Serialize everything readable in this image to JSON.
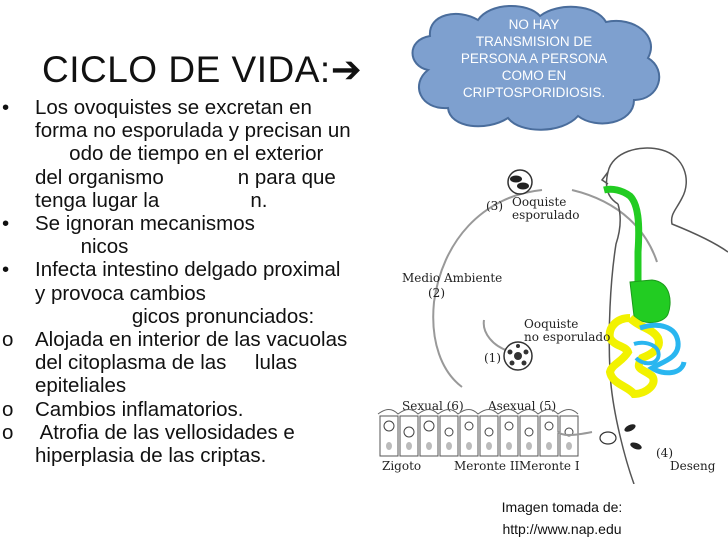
{
  "slide": {
    "title": "CICLO DE VIDA:",
    "title_arrow": "➔",
    "bullets": [
      {
        "marker": "•",
        "lines": [
          "Los ovoquistes se excretan en",
          "forma no esporulada y precisan un",
          "      odo de tiempo en el exterior",
          "del organismo             n para que",
          "tenga lugar la                n."
        ]
      },
      {
        "marker": "•",
        "lines": [
          "Se ignoran mecanismos",
          "        nicos"
        ]
      },
      {
        "marker": "•",
        "lines": [
          "Infecta intestino delgado proximal",
          "y provoca cambios",
          "                 gicos pronunciados:"
        ]
      },
      {
        "marker": "o",
        "lines": [
          "Alojada en interior de las vacuolas",
          "del citoplasma de las     lulas",
          "epiteliales"
        ]
      },
      {
        "marker": "o",
        "lines": [
          "Cambios inflamatorios."
        ]
      },
      {
        "marker": "o",
        "lines": [
          " Atrofia de las vellosidades e",
          "hiperplasia de las criptas."
        ]
      }
    ]
  },
  "callout": {
    "lines": [
      "NO HAY",
      "TRANSMISION DE",
      "PERSONA A PERSONA",
      "COMO EN",
      "CRIPTOSPORIDIOSIS."
    ],
    "fill_color": "#7ea0cf",
    "border_color": "#4a6d9c"
  },
  "diagram": {
    "step3_number": "(3)",
    "step3_label_1": "Ooquiste",
    "step3_label_2": "esporulado",
    "env_label": "Medio Ambiente",
    "env_number": "(2)",
    "step1_label_1": "Ooquiste",
    "step1_label_2": "no esporulado",
    "step1_number": "(1)",
    "sexual_label": "Sexual (6)",
    "asexual_label": "Asexual (5)",
    "zigoto_label": "Zigoto",
    "meronte2_label": "Meronte II",
    "meronte1_label": "Meronte I",
    "step4_number": "(4)",
    "deseng_label": "Deseng",
    "esophagus_color": "#22cc22",
    "intestine_color": "#f2f200",
    "colon_color": "#29b6f0"
  },
  "caption": {
    "line1": "Imagen tomada de:",
    "line2": "http://www.nap.edu"
  }
}
